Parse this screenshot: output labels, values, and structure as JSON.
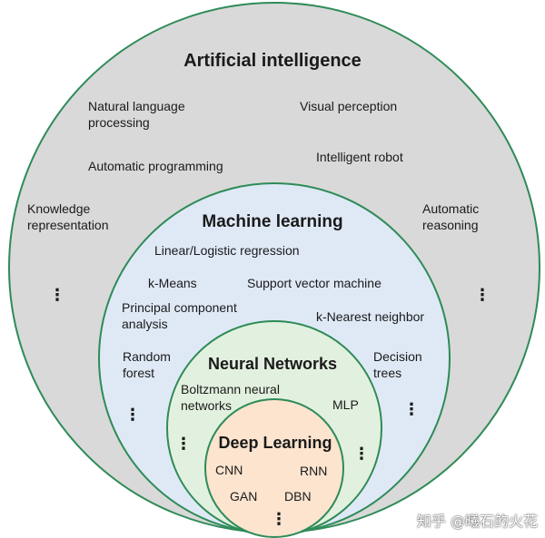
{
  "colors": {
    "ai_fill": "#d9d9d9",
    "ml_fill": "#dfe9f6",
    "nn_fill": "#e2f1df",
    "dl_fill": "#fce4cf",
    "ring_stroke": "#2e8b57"
  },
  "ai": {
    "title": "Artificial intelligence",
    "nlp_line1": "Natural language",
    "nlp_line2": "processing",
    "visual": "Visual perception",
    "auto_prog": "Automatic programming",
    "robot": "Intelligent robot",
    "knowledge_line1": "Knowledge",
    "knowledge_line2": "representation",
    "reasoning_line1": "Automatic",
    "reasoning_line2": "reasoning",
    "ellipsis": "⋮"
  },
  "ml": {
    "title": "Machine learning",
    "linreg": "Linear/Logistic regression",
    "kmeans": "k-Means",
    "svm": "Support vector machine",
    "pca_line1": "Principal component",
    "pca_line2": "analysis",
    "knn": "k-Nearest neighbor",
    "rf_line1": "Random",
    "rf_line2": "forest",
    "dt_line1": "Decision",
    "dt_line2": "trees",
    "ellipsis": "⋮"
  },
  "nn": {
    "title": "Neural Networks",
    "boltz_line1": "Boltzmann neural",
    "boltz_line2": "networks",
    "mlp": "MLP",
    "ellipsis": "⋮"
  },
  "dl": {
    "title": "Deep Learning",
    "cnn": "CNN",
    "rnn": "RNN",
    "gan": "GAN",
    "dbn": "DBN",
    "ellipsis": "⋮"
  },
  "watermark": "知乎 @曦石的火花"
}
